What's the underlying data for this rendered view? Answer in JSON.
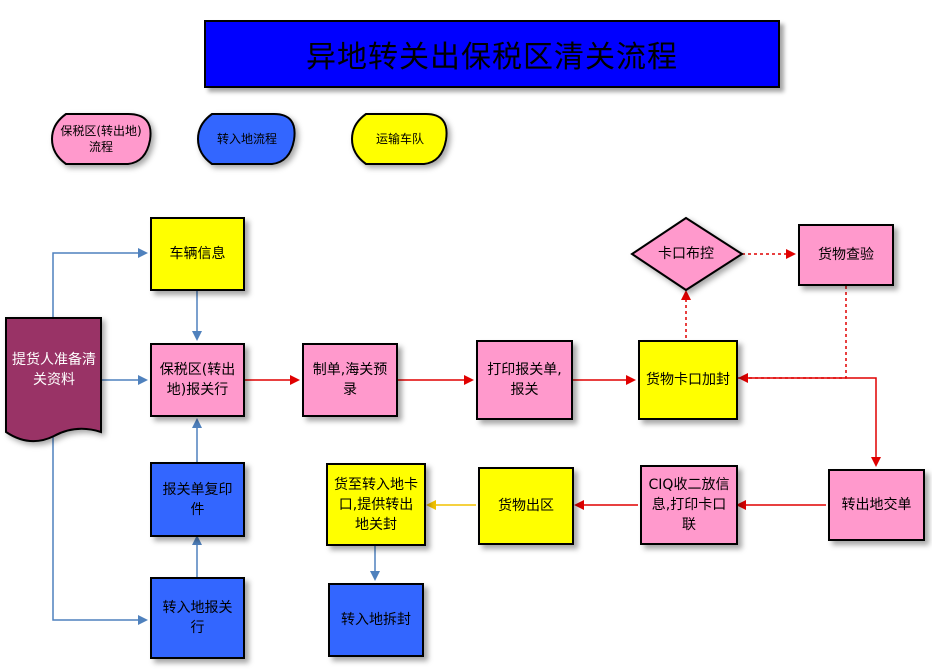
{
  "title": "异地转关出保税区清关流程",
  "legend": {
    "bonded": "保税区(转出地)流程",
    "transfer": "转入地流程",
    "transport": "运输车队"
  },
  "nodes": {
    "vehicle_info": "车辆信息",
    "doc_prep": "提货人准备清关资料",
    "bonded_broker": "保税区(转出地)报关行",
    "prep_entry": "制单,海关预录",
    "print_declare": "打印报关单,报关",
    "checkpoint_seal": "货物卡口加封",
    "checkpoint_control": "卡口布控",
    "inspection": "货物查验",
    "origin_submit": "转出地交单",
    "ciq_release": "CIQ收二放信息,打印卡口联",
    "goods_exit": "货物出区",
    "deliver_transfer": "货至转入地卡口,提供转出地关封",
    "transfer_unseal": "转入地拆封",
    "declaration_copy": "报关单复印件",
    "transfer_broker": "转入地报关行"
  },
  "colors": {
    "title_bg": "#0000ff",
    "pink": "#ff99cc",
    "yellow": "#ffff00",
    "blue": "#3366ff",
    "doc": "#993366",
    "arrow_blue": "#4f81bd",
    "arrow_red": "#e00000",
    "arrow_yellow": "#f2c200"
  }
}
